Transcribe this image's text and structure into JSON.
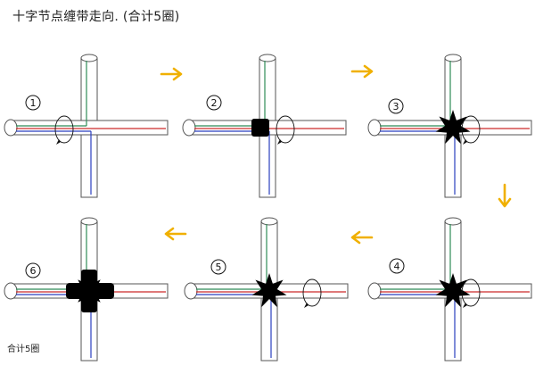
{
  "title": "十字节点缠带走向. (合计5圈)",
  "footer": "合计5圈",
  "steps": [
    {
      "label": "1",
      "wrap": "none"
    },
    {
      "label": "2",
      "wrap": "band"
    },
    {
      "label": "3",
      "wrap": "star"
    },
    {
      "label": "4",
      "wrap": "star"
    },
    {
      "label": "5",
      "wrap": "star"
    },
    {
      "label": "6",
      "wrap": "full"
    }
  ],
  "arrows": [
    {
      "direction": "right"
    },
    {
      "direction": "right"
    },
    {
      "direction": "down"
    },
    {
      "direction": "left"
    },
    {
      "direction": "left"
    }
  ],
  "colors": {
    "rod_outline": "#555555",
    "wire_green": "#2e8b57",
    "wire_red": "#cc2a2a",
    "wire_blue": "#2a3fbf",
    "arrow": "#f0b000",
    "wrap": "#000000"
  }
}
